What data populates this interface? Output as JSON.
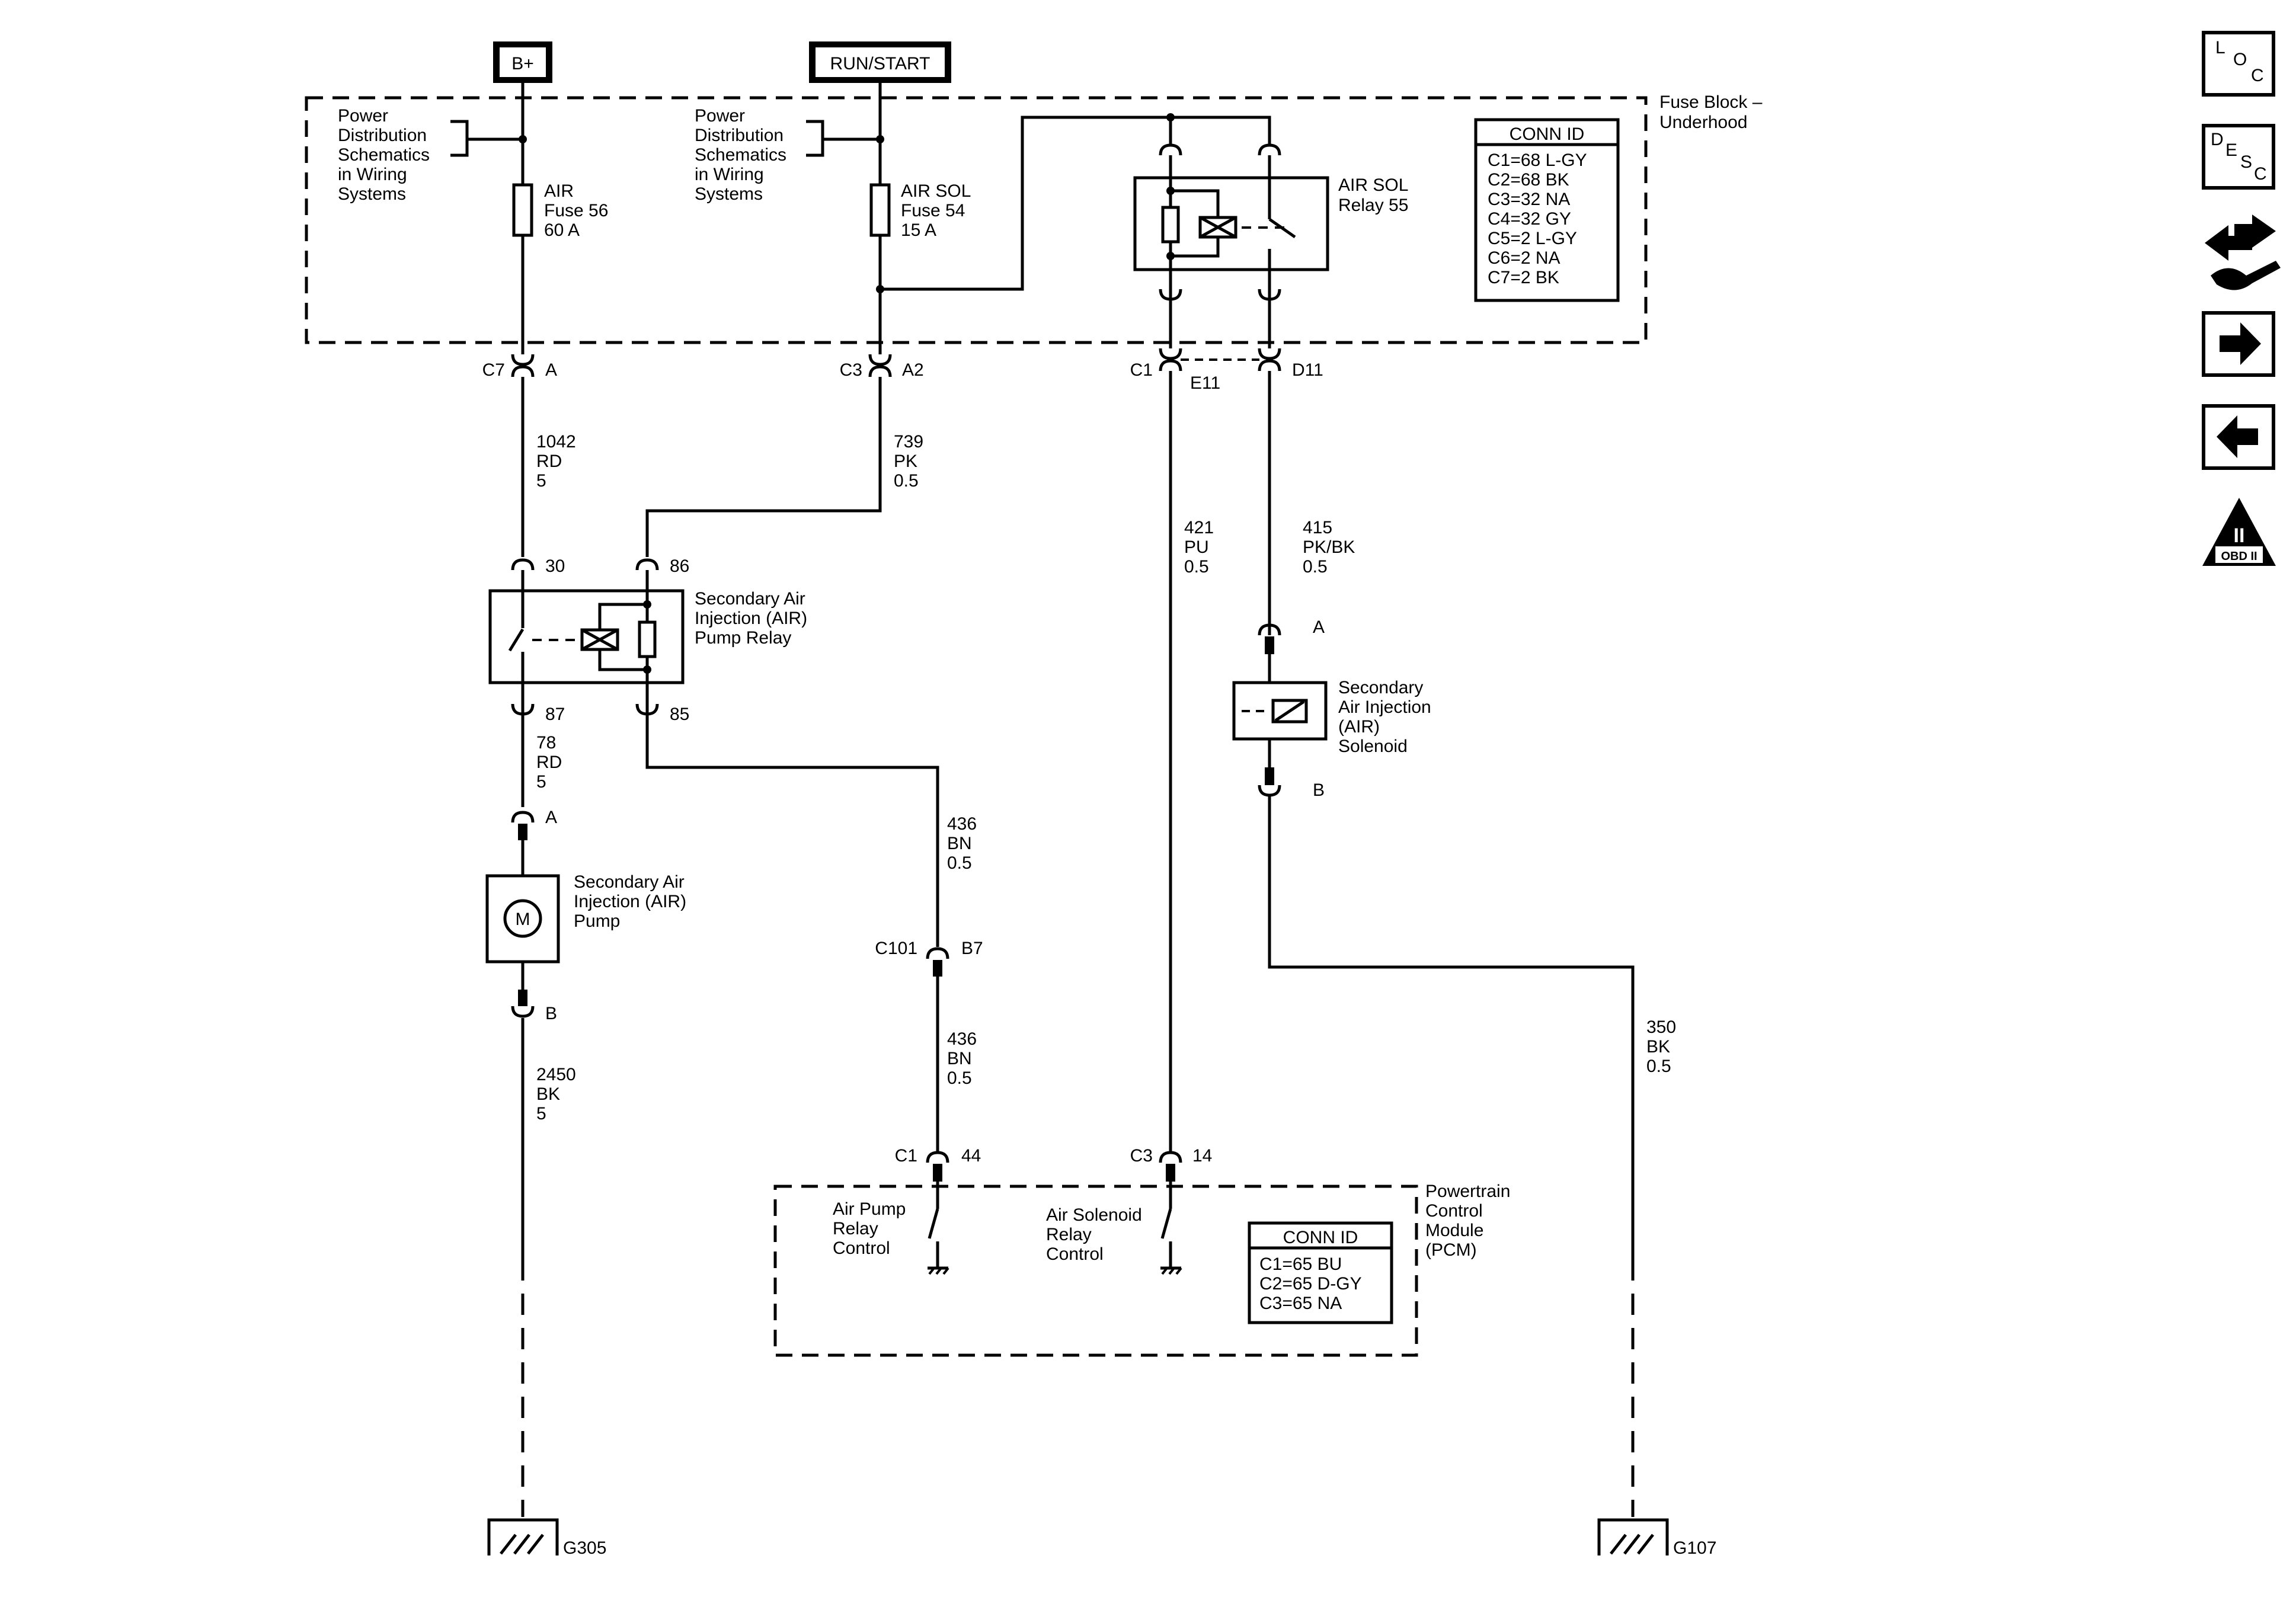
{
  "sources": {
    "bplus": "B+",
    "runstart": "RUN/START"
  },
  "fuse_block": {
    "title": [
      "Fuse Block –",
      "Underhood"
    ],
    "power_ref_1": [
      "Power",
      "Distribution",
      "Schematics",
      "in Wiring",
      "Systems"
    ],
    "power_ref_2": [
      "Power",
      "Distribution",
      "Schematics",
      "in Wiring",
      "Systems"
    ],
    "fuse_air": [
      "AIR",
      "Fuse 56",
      "60 A"
    ],
    "fuse_airsol": [
      "AIR SOL",
      "Fuse 54",
      "15 A"
    ],
    "relay": [
      "AIR SOL",
      "Relay 55"
    ],
    "conn_id": {
      "header": "CONN ID",
      "rows": [
        "C1=68 L-GY",
        "C2=68 BK",
        "C3=32 NA",
        "C4=32 GY",
        "C5=2 L-GY",
        "C6=2 NA",
        "C7=2 BK"
      ]
    }
  },
  "connectors": {
    "c7": "C7",
    "c7_pin": "A",
    "c3": "C3",
    "c3_pin": "A2",
    "c1": "C1",
    "c1_pin": "E11",
    "d11": "D11",
    "relay_30": "30",
    "relay_86": "86",
    "relay_87": "87",
    "relay_85": "85",
    "pump_a": "A",
    "pump_b": "B",
    "sol_a": "A",
    "sol_b": "B",
    "c101": "C101",
    "c101_pin": "B7",
    "pcm_c1": "C1",
    "pcm_c1_pin": "44",
    "pcm_c3": "C3",
    "pcm_c3_pin": "14"
  },
  "wires": {
    "w1042": [
      "1042",
      "RD",
      "5"
    ],
    "w739": [
      "739",
      "PK",
      "0.5"
    ],
    "w421": [
      "421",
      "PU",
      "0.5"
    ],
    "w415": [
      "415",
      "PK/BK",
      "0.5"
    ],
    "w78": [
      "78",
      "RD",
      "5"
    ],
    "w436a": [
      "436",
      "BN",
      "0.5"
    ],
    "w436b": [
      "436",
      "BN",
      "0.5"
    ],
    "w2450": [
      "2450",
      "BK",
      "5"
    ],
    "w350": [
      "350",
      "BK",
      "0.5"
    ]
  },
  "components": {
    "pump_relay": [
      "Secondary Air",
      "Injection (AIR)",
      "Pump Relay"
    ],
    "pump": [
      "Secondary Air",
      "Injection (AIR)",
      "Pump"
    ],
    "pump_symbol": "M",
    "solenoid": [
      "Secondary",
      "Air Injection",
      "(AIR)",
      "Solenoid"
    ]
  },
  "pcm": {
    "title": [
      "Powertrain",
      "Control",
      "Module",
      "(PCM)"
    ],
    "air_pump_ctrl": [
      "Air Pump",
      "Relay",
      "Control"
    ],
    "air_sol_ctrl": [
      "Air Solenoid",
      "Relay",
      "Control"
    ],
    "conn_id": {
      "header": "CONN ID",
      "rows": [
        "C1=65 BU",
        "C2=65 D-GY",
        "C3=65 NA"
      ]
    }
  },
  "grounds": {
    "g305": "G305",
    "g107": "G107"
  },
  "sidebar": {
    "loc": [
      "L",
      "O",
      "C"
    ],
    "desc": [
      "D",
      "E",
      "S",
      "C"
    ],
    "obd_numeral": "II",
    "obd_label": "OBD II"
  }
}
